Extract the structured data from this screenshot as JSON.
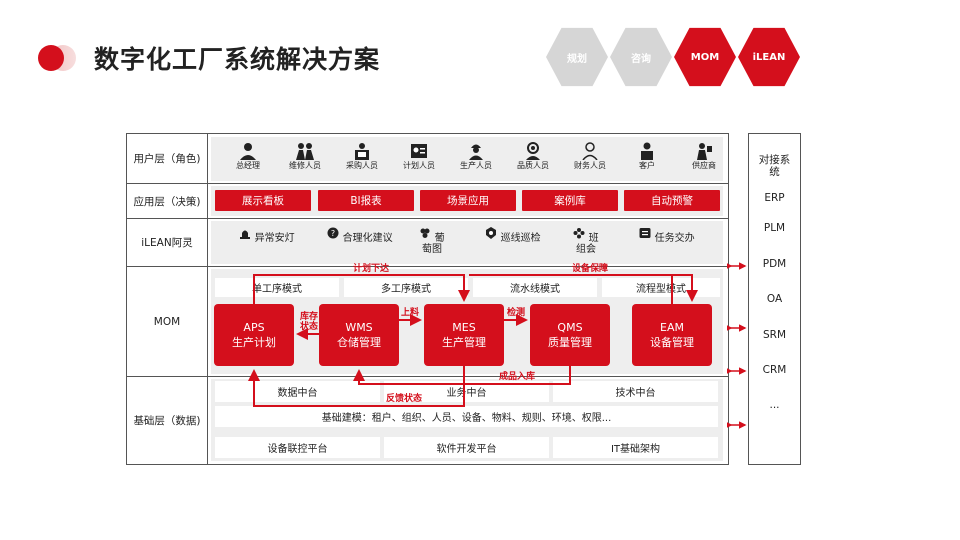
{
  "title": "数字化工厂系统解决方案",
  "nav": {
    "tabs": [
      {
        "label": "规划",
        "state": "inactive"
      },
      {
        "label": "咨询",
        "state": "inactive"
      },
      {
        "label": "MOM",
        "state": "active"
      },
      {
        "label": "iLEAN",
        "state": "active"
      }
    ]
  },
  "layers": {
    "user": "用户层（角色)",
    "app": "应用层（决策)",
    "ilean": "iLEAN阿灵",
    "mom": "MOM",
    "base": "基础层（数据)"
  },
  "roles": [
    {
      "name": "总经理",
      "icon": "manager-icon"
    },
    {
      "name": "维修人员",
      "icon": "maintenance-icon"
    },
    {
      "name": "采购人员",
      "icon": "purchaser-icon"
    },
    {
      "name": "计划人员",
      "icon": "planner-icon"
    },
    {
      "name": "生产人员",
      "icon": "worker-icon"
    },
    {
      "name": "品质人员",
      "icon": "quality-icon"
    },
    {
      "name": "财务人员",
      "icon": "finance-icon"
    },
    {
      "name": "客户",
      "icon": "customer-icon"
    },
    {
      "name": "供应商",
      "icon": "supplier-icon"
    }
  ],
  "app_buttons": [
    "展示看板",
    "BI报表",
    "场景应用",
    "案例库",
    "自动预警"
  ],
  "ilean_items": [
    {
      "name": "异常安灯",
      "icon": "andon-light-icon"
    },
    {
      "name": "合理化建议",
      "icon": "suggestion-icon"
    },
    {
      "name": "葡萄图",
      "icon": "grape-chart-icon"
    },
    {
      "name": "巡线巡检",
      "icon": "inspection-icon"
    },
    {
      "name": "班组会",
      "icon": "team-meeting-icon"
    },
    {
      "name": "任务交办",
      "icon": "task-assign-icon"
    }
  ],
  "mom": {
    "modes": [
      "单工序模式",
      "多工序模式",
      "流水线模式",
      "流程型模式"
    ],
    "modules": [
      {
        "code": "APS",
        "name": "生产计划"
      },
      {
        "code": "WMS",
        "name": "仓储管理"
      },
      {
        "code": "MES",
        "name": "生产管理"
      },
      {
        "code": "QMS",
        "name": "质量管理"
      },
      {
        "code": "EAM",
        "name": "设备管理"
      }
    ],
    "flows": {
      "plan_issue": "计划下达",
      "equipment_guarantee": "设备保障",
      "inventory_status": "库存状态",
      "feeding": "上料",
      "inspection": "检测",
      "finished_storage": "成品入库",
      "feedback_status": "反馈状态"
    }
  },
  "base": {
    "row1": [
      "数据中台",
      "业务中台",
      "技术中台"
    ],
    "row2": "基础建模：租户、组织、人员、设备、物料、规则、环境、权限...",
    "row3": [
      "设备联控平台",
      "软件开发平台",
      "IT基础架构"
    ]
  },
  "integration": {
    "title": "对接系统",
    "items": [
      "ERP",
      "PLM",
      "PDM",
      "OA",
      "SRM",
      "CRM",
      "..."
    ]
  },
  "colors": {
    "accent": "#d40f1c",
    "inactive_tab": "#d6d6d6",
    "band": "#eeeeee"
  }
}
